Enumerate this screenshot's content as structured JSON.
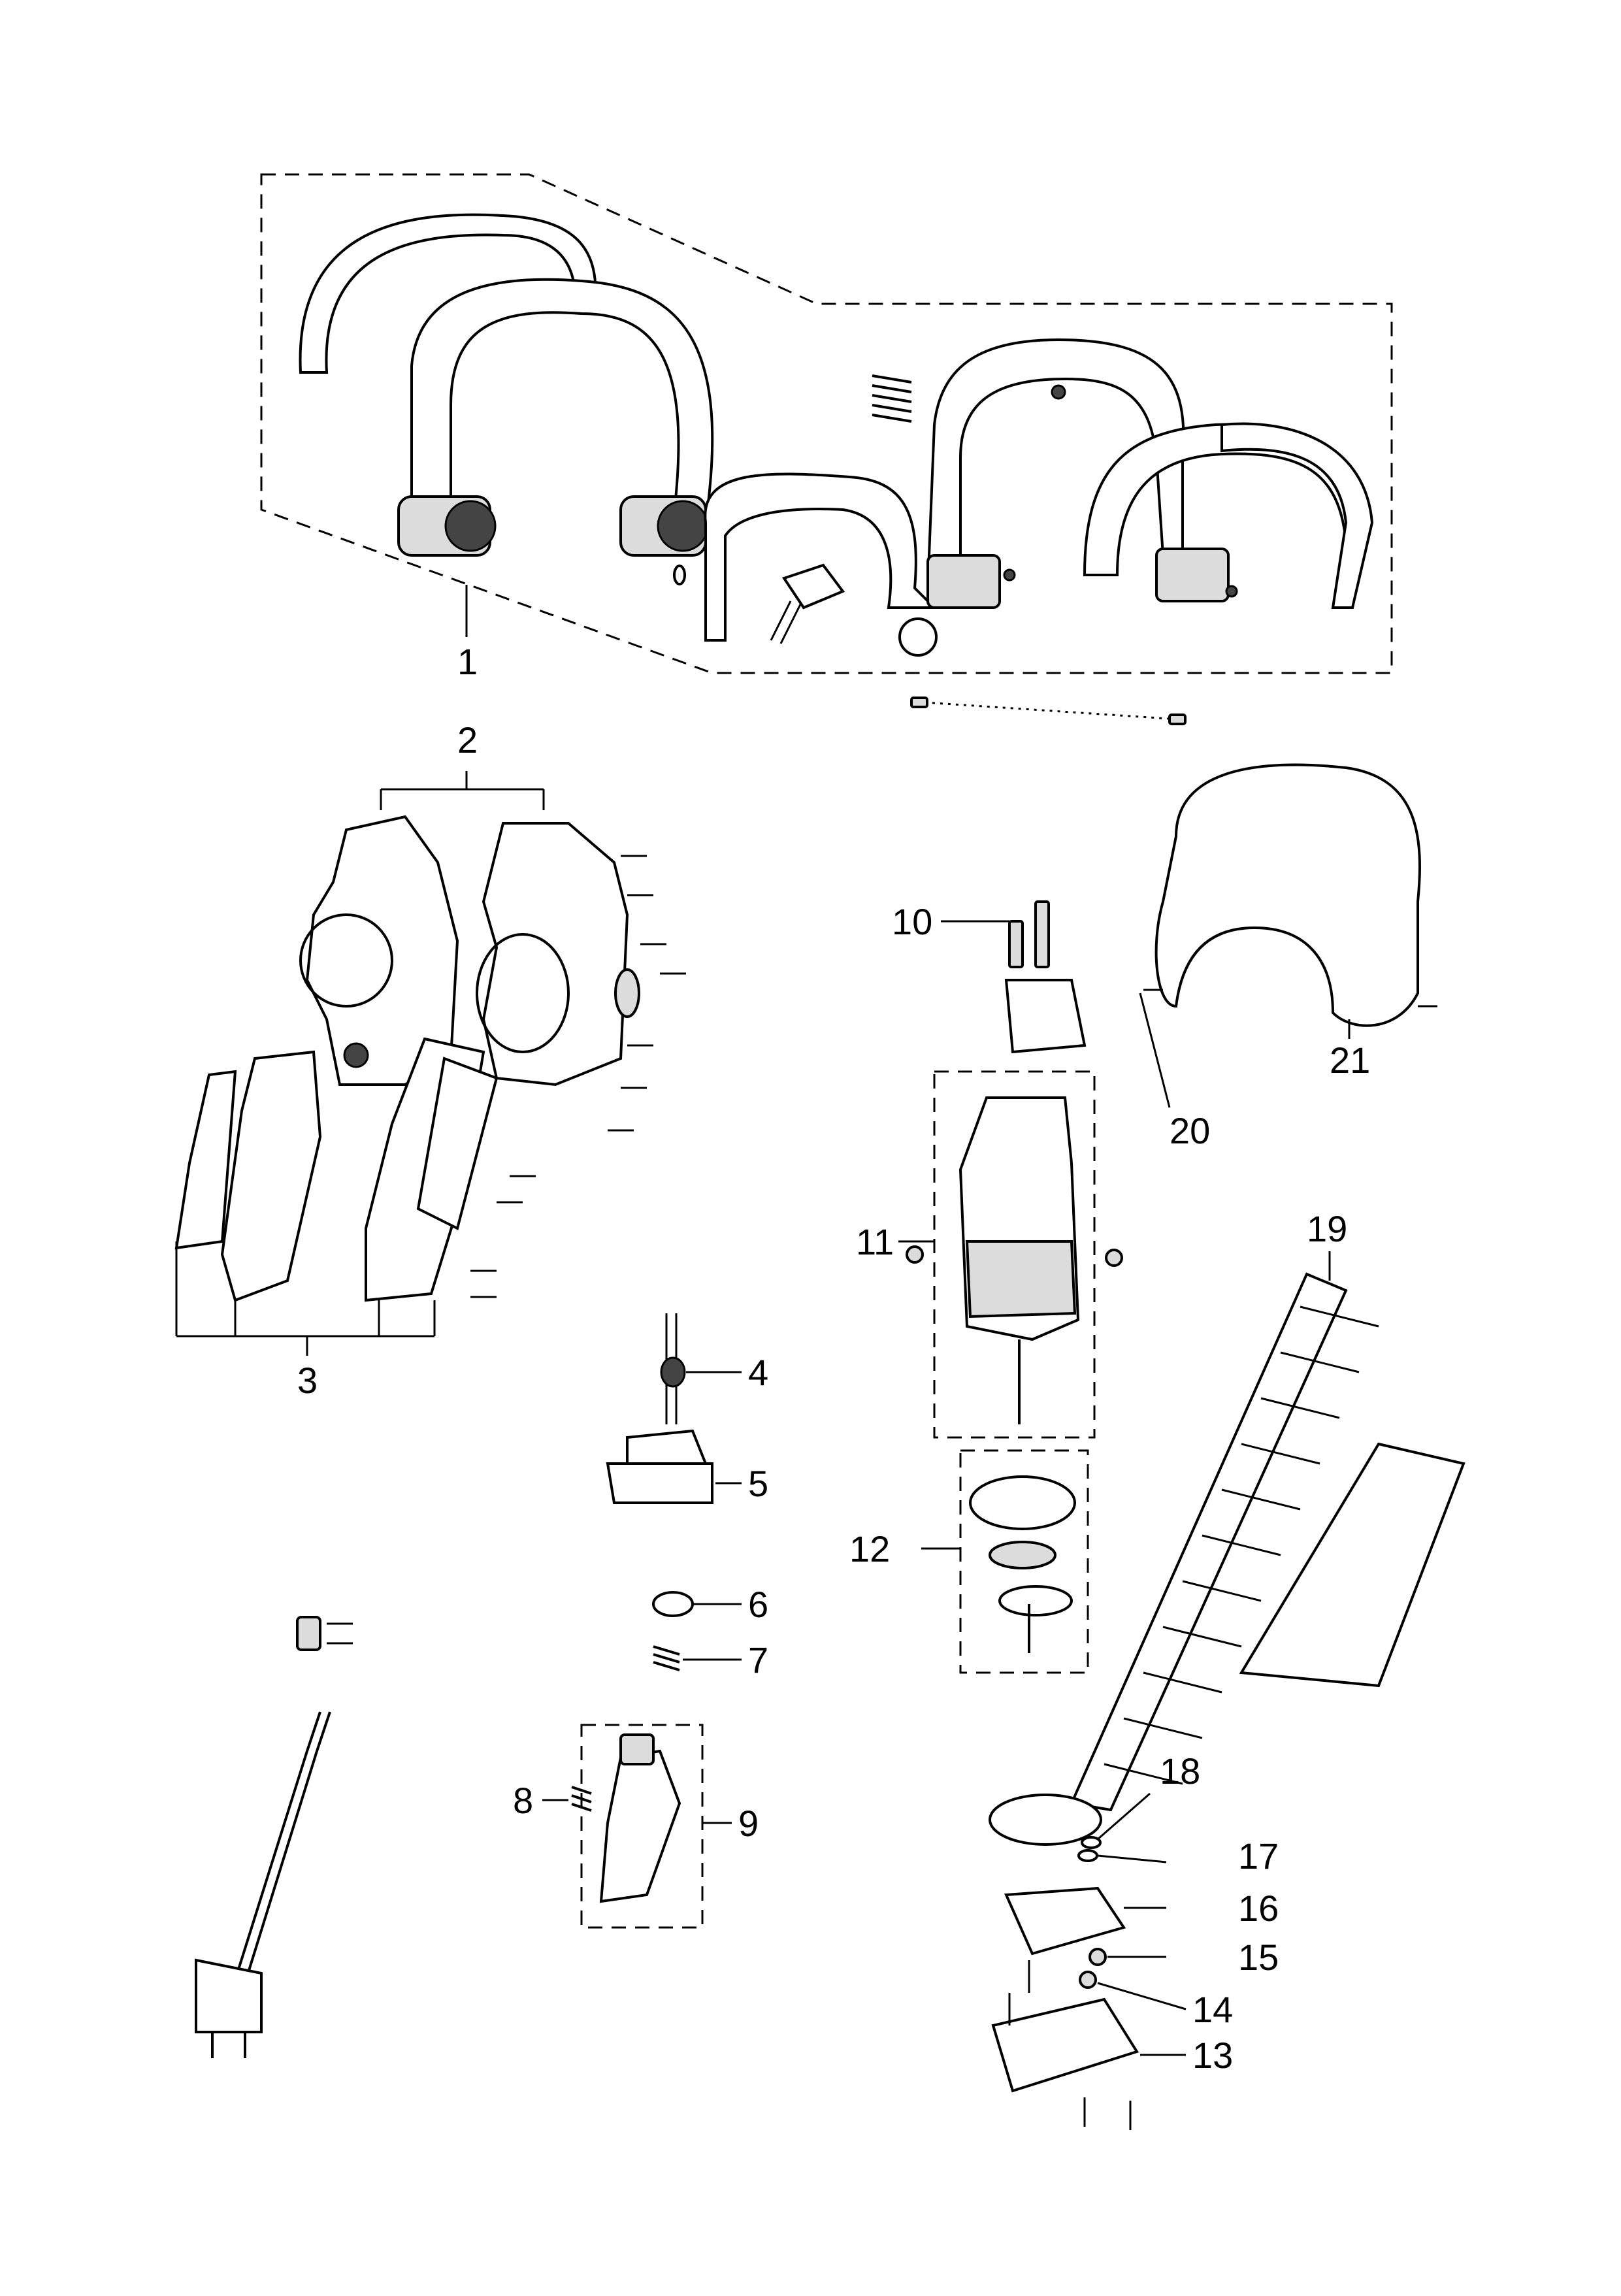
{
  "diagram": {
    "type": "exploded-parts-view",
    "colors": {
      "ink": "#000000",
      "background": "#ffffff",
      "shade": "#dcdcdc"
    },
    "callouts": [
      {
        "id": "c1",
        "label": "1"
      },
      {
        "id": "c2",
        "label": "2"
      },
      {
        "id": "c3",
        "label": "3"
      },
      {
        "id": "c4",
        "label": "4"
      },
      {
        "id": "c5",
        "label": "5"
      },
      {
        "id": "c6",
        "label": "6"
      },
      {
        "id": "c7",
        "label": "7"
      },
      {
        "id": "c8",
        "label": "8"
      },
      {
        "id": "c9",
        "label": "9"
      },
      {
        "id": "c10",
        "label": "10"
      },
      {
        "id": "c11",
        "label": "11"
      },
      {
        "id": "c12",
        "label": "12"
      },
      {
        "id": "c13",
        "label": "13"
      },
      {
        "id": "c14",
        "label": "14"
      },
      {
        "id": "c15",
        "label": "15"
      },
      {
        "id": "c16",
        "label": "16"
      },
      {
        "id": "c17",
        "label": "17"
      },
      {
        "id": "c18",
        "label": "18"
      },
      {
        "id": "c19",
        "label": "19"
      },
      {
        "id": "c20",
        "label": "20"
      },
      {
        "id": "c21",
        "label": "21"
      }
    ]
  }
}
